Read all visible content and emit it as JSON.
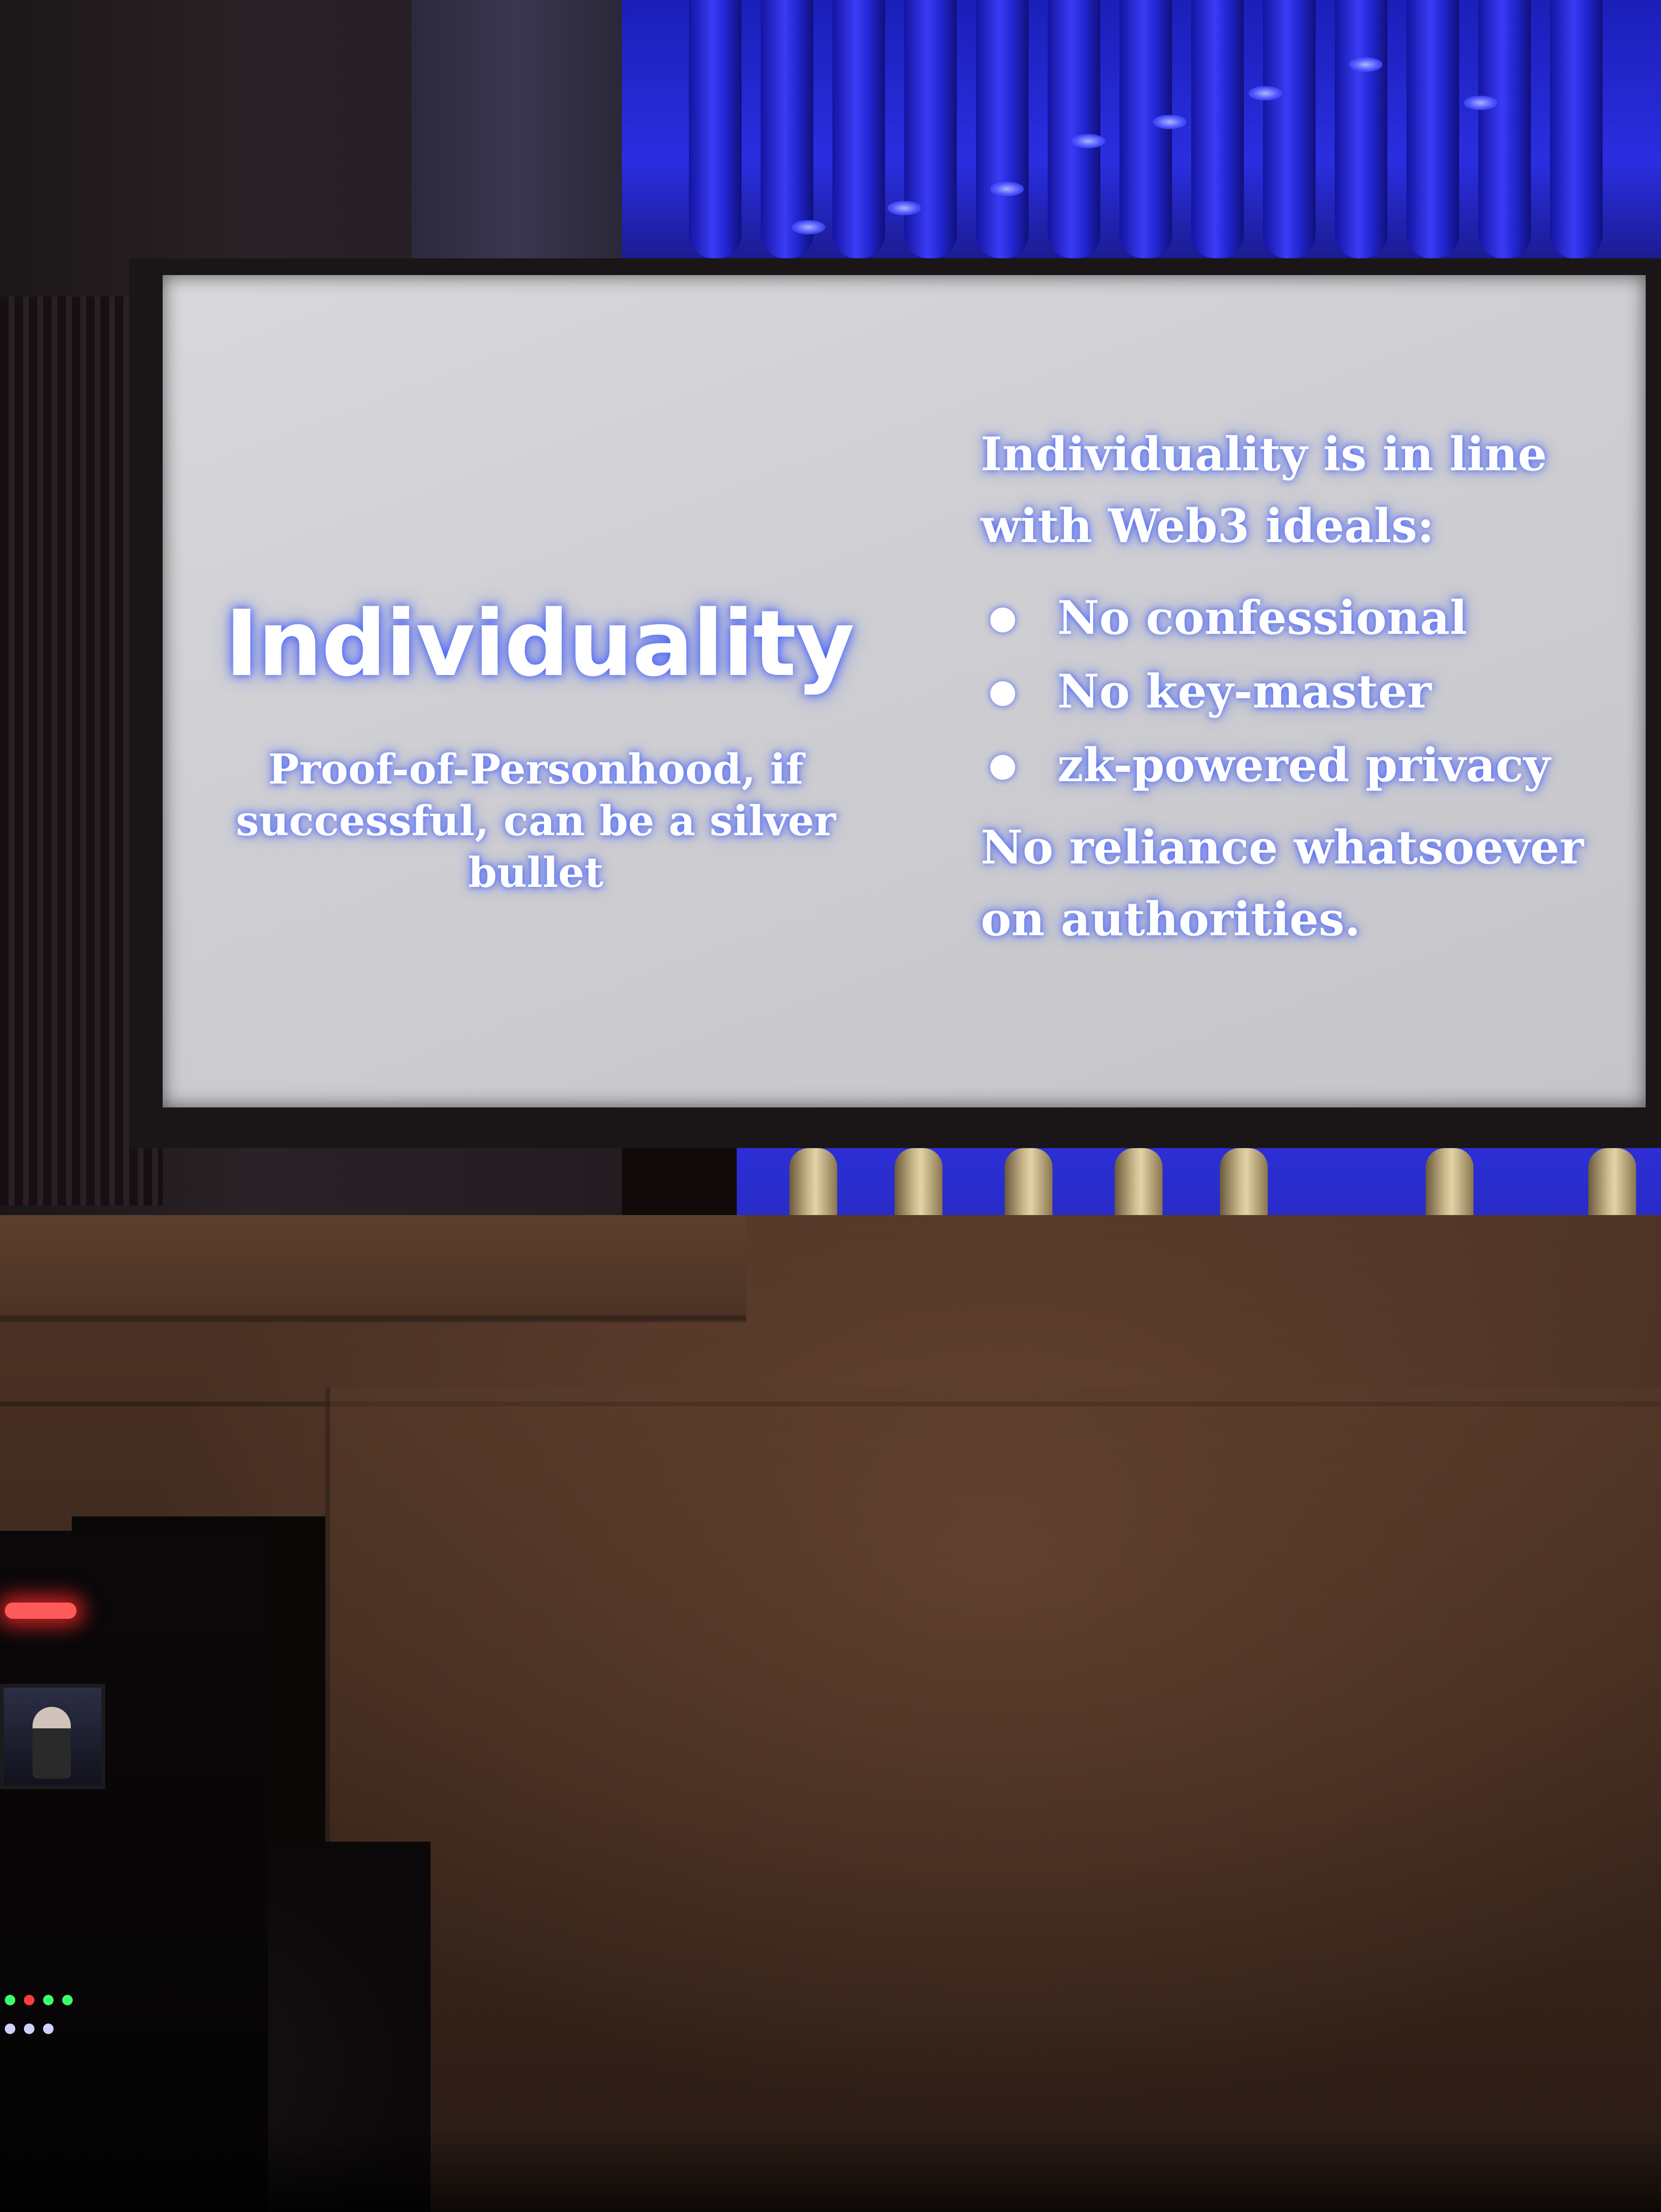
{
  "slide": {
    "title": "Individuality",
    "subtitle": "Proof-of-Personhood, if successful, can be a silver bullet",
    "intro": "Individuality is in line with Web3 ideals:",
    "bullets": [
      "No confessional",
      "No key-master",
      "zk-powered privacy"
    ],
    "closing": "No reliance whatsoever on authorities."
  },
  "colors": {
    "slide_background": "#d2d2d6",
    "text_glow": "#3c5aff",
    "organ_light": "#2a2ee0",
    "tally_light": "#ff5a5a"
  }
}
